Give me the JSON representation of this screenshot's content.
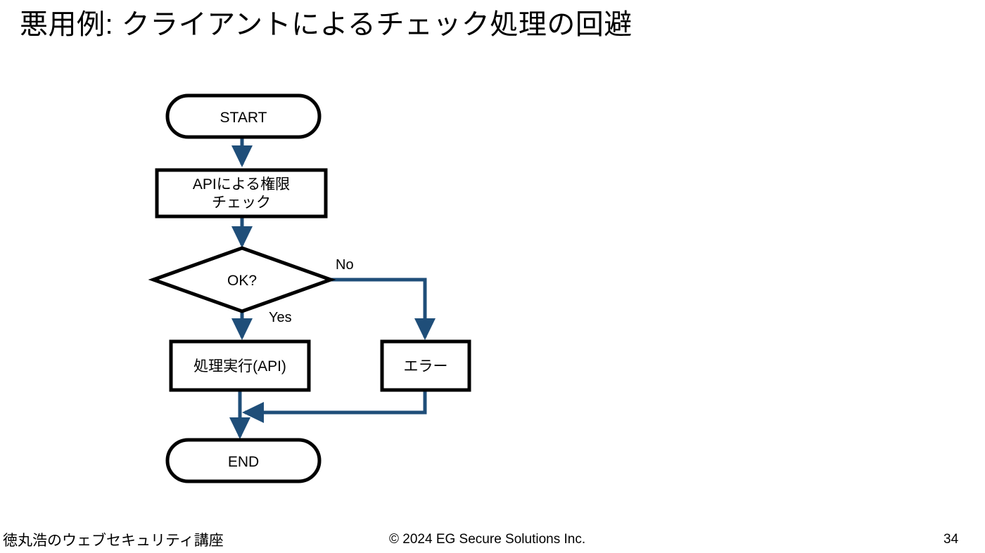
{
  "slide": {
    "title": "悪用例: クライアントによるチェック処理の回避",
    "page_number": "34"
  },
  "flowchart": {
    "nodes": [
      {
        "id": "start",
        "shape": "terminator",
        "label": "START"
      },
      {
        "id": "check",
        "shape": "process",
        "label": "APIによる権限\nチェック"
      },
      {
        "id": "decide",
        "shape": "decision",
        "label": "OK?"
      },
      {
        "id": "exec",
        "shape": "process",
        "label": "処理実行(API)"
      },
      {
        "id": "error",
        "shape": "process",
        "label": "エラー"
      },
      {
        "id": "end",
        "shape": "terminator",
        "label": "END"
      }
    ],
    "edges": [
      {
        "from": "start",
        "to": "check",
        "label": ""
      },
      {
        "from": "check",
        "to": "decide",
        "label": ""
      },
      {
        "from": "decide",
        "to": "exec",
        "label": "Yes"
      },
      {
        "from": "decide",
        "to": "error",
        "label": "No"
      },
      {
        "from": "exec",
        "to": "end",
        "label": ""
      },
      {
        "from": "error",
        "to": "end",
        "label": ""
      }
    ],
    "labels": {
      "yes": "Yes",
      "no": "No"
    },
    "colors": {
      "node_outline": "#000000",
      "node_fill": "#ffffff",
      "connector": "#1f4e79",
      "text": "#000000",
      "background": "#ffffff"
    }
  },
  "footer": {
    "left": "徳丸浩のウェブセキュリティ講座",
    "center": "© 2024 EG Secure Solutions Inc."
  }
}
